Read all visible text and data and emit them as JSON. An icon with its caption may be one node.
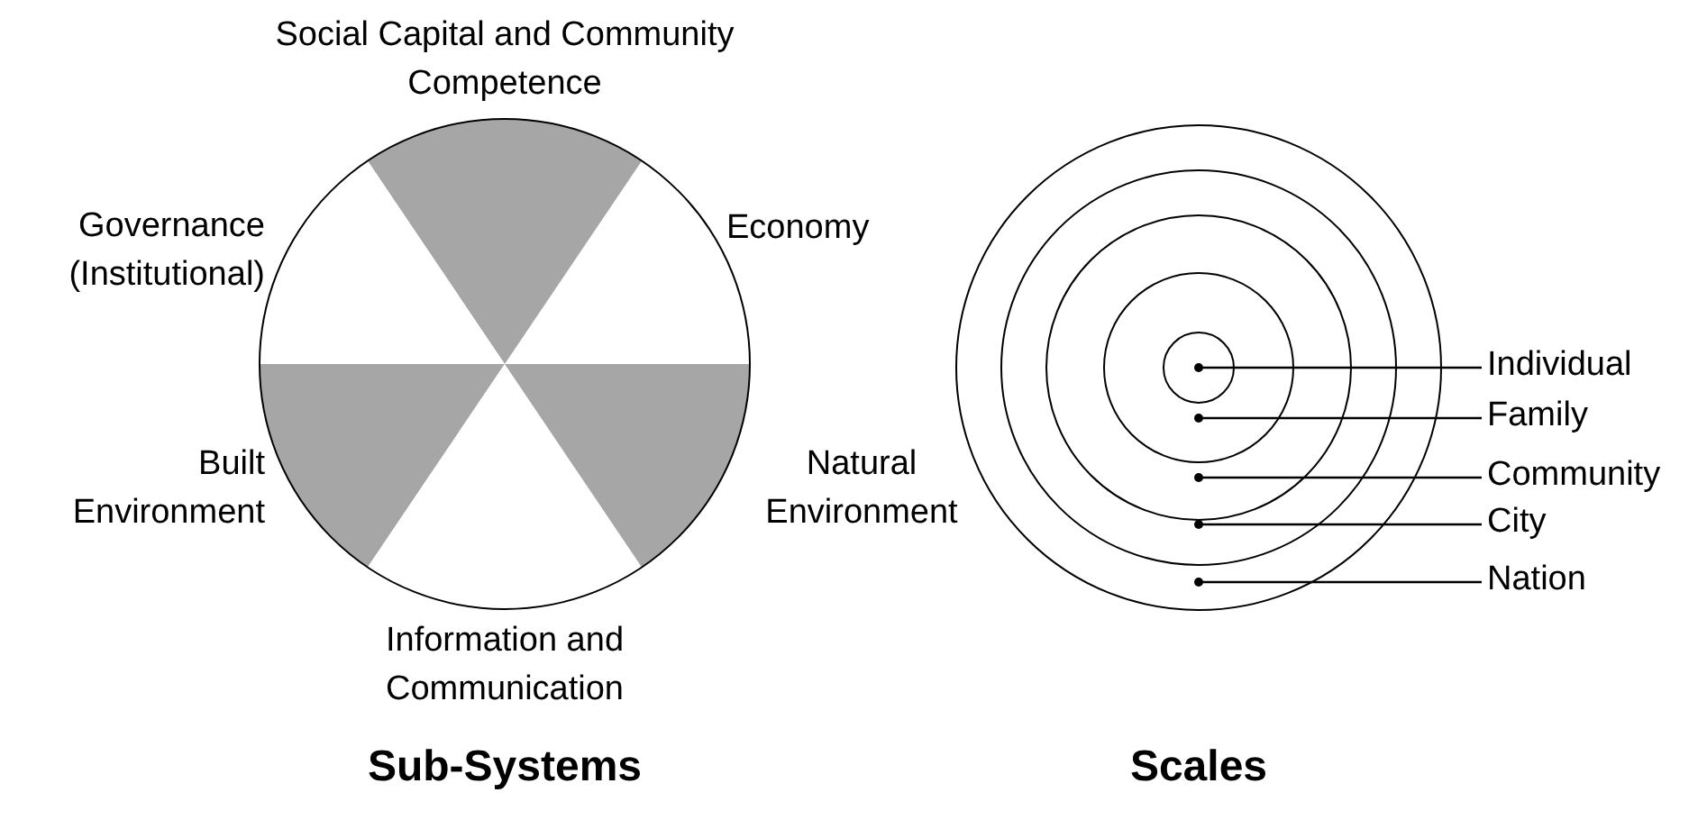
{
  "diagram": {
    "nodes": [
      {
        "text": [],
        "shape": "circle"
      },
      {
        "text": [],
        "shape": "circle",
        "in": 0
      },
      {
        "text": [],
        "shape": "circle",
        "in": 1
      },
      {
        "text": [],
        "shape": "circle",
        "in": 2
      },
      {
        "text": [],
        "shape": "circle",
        "in": 3
      },
      {
        "text": [
          "Individual"
        ]
      },
      {
        "text": [
          "Family"
        ]
      },
      {
        "text": [
          "Community"
        ]
      },
      {
        "text": [
          "City"
        ]
      },
      {
        "text": [
          "Nation"
        ]
      }
    ],
    "edges": [
      {
        "from": 5,
        "to": 4,
        "arrow": "other"
      },
      {
        "from": 6,
        "to": 3,
        "arrow": "other"
      },
      {
        "from": 7,
        "to": 2,
        "arrow": "other"
      },
      {
        "from": 8,
        "to": 1,
        "arrow": "other"
      },
      {
        "from": 9,
        "to": 0,
        "arrow": "other"
      }
    ],
    "labels": [
      "Social Capital and Community Competence",
      "Governance (Institutional)",
      "Economy",
      "Built Environment",
      "Natural Environment",
      "Information and Communication",
      "Sub-Systems",
      "Scales"
    ]
  }
}
